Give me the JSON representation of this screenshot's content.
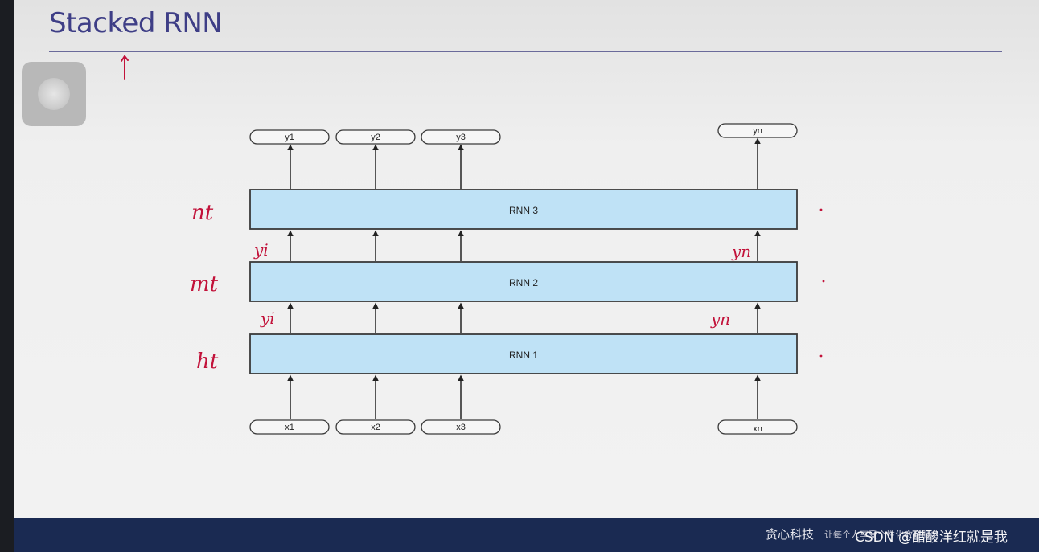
{
  "slide": {
    "title": "Stacked RNN"
  },
  "diagram": {
    "layers": [
      {
        "label": "RNN 3"
      },
      {
        "label": "RNN 2"
      },
      {
        "label": "RNN 1"
      }
    ],
    "outputs": [
      "y1",
      "y2",
      "y3",
      "yn"
    ],
    "inputs": [
      "x1",
      "x2",
      "x3",
      "xn"
    ],
    "colors": {
      "layer_fill": "#bfe2f6",
      "layer_stroke": "#3a3a3a",
      "ink_red": "#c2123a",
      "title_blue": "#3e3e86"
    },
    "annotations": {
      "layer3_state": "nt",
      "layer2_state": "mt",
      "layer1_state": "ht",
      "between_3_2_left": "yi",
      "between_3_2_right": "yn",
      "between_2_1_left": "yi",
      "between_2_1_right": "yn"
    }
  },
  "footer": {
    "brand": "贪心科技",
    "slogan": "让每个人享受个性化教育服务",
    "watermark": "CSDN @醋酸洋红就是我"
  }
}
